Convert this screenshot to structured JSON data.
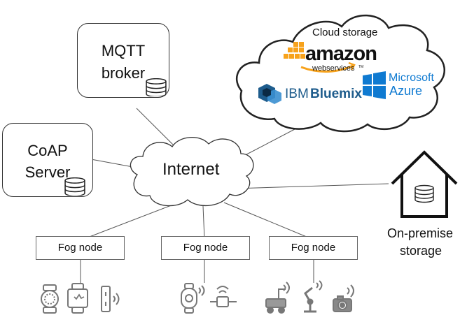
{
  "internet": {
    "label": "Internet"
  },
  "mqtt": {
    "line1": "MQTT",
    "line2": "broker"
  },
  "coap": {
    "line1": "CoAP",
    "line2": "Server"
  },
  "cloud": {
    "label": "Cloud storage",
    "amazon": {
      "name": "amazon",
      "sub": "webservices",
      "tm": "TM"
    },
    "microsoft": {
      "name": "Microsoft",
      "product": "Azure"
    },
    "ibm": {
      "name": "IBM",
      "product": "Bluemix"
    }
  },
  "onpremise": {
    "line1": "On-premise",
    "line2": "storage"
  },
  "fog_nodes": [
    {
      "label": "Fog node"
    },
    {
      "label": "Fog node"
    },
    {
      "label": "Fog node"
    }
  ],
  "colors": {
    "amazon_orange": "#f7a21b",
    "azure_blue": "#0f7ad1",
    "ibm_blue": "#1e5c8c",
    "device_gray": "#777777",
    "line": "#555555"
  },
  "icons": [
    "database-icon",
    "house-icon",
    "smartwatch-icon",
    "wristband-icon",
    "smart-plug-icon",
    "wearable-sensor-icon",
    "plug-sensor-icon",
    "robotic-cart-icon",
    "robotic-arm-icon",
    "camera-icon"
  ]
}
